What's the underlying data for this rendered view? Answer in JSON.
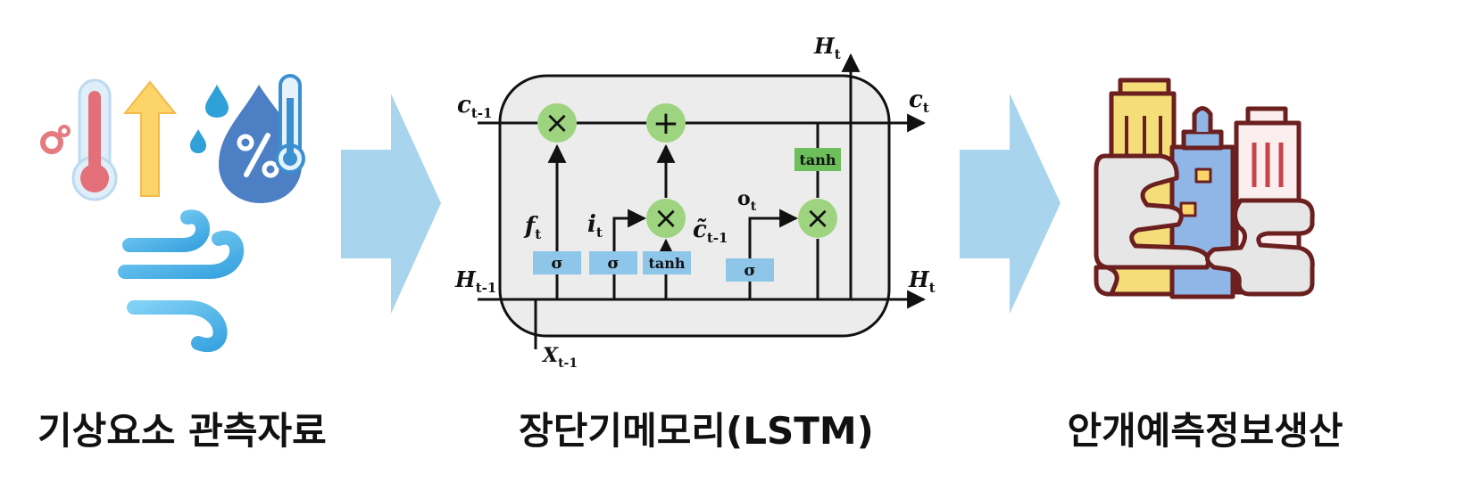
{
  "panels": {
    "input_caption": "기상요소 관측자료",
    "model_caption": "장단기메모리(LSTM)",
    "output_caption": "안개예측정보생산"
  },
  "icons": {
    "weather": [
      "thermometer-icon",
      "arrow-up-icon",
      "humidity-drop-icon",
      "wind-icon"
    ],
    "city": "city-fog-icon"
  },
  "lstm": {
    "c_prev_main": "c",
    "c_prev_sub": "t-1",
    "c_next_main": "c",
    "c_next_sub": "t",
    "h_prev_main": "H",
    "h_prev_sub": "t-1",
    "h_next_main": "H",
    "h_next_sub": "t",
    "h_top_main": "H",
    "h_top_sub": "t",
    "x_main": "X",
    "x_sub": "t-1",
    "f_main": "f",
    "f_sub": "t",
    "i_main": "i",
    "i_sub": "t",
    "ctilde_main": "c̃",
    "ctilde_sub": "t-1",
    "o_main": "o",
    "o_sub": "t",
    "gates": [
      "σ",
      "σ",
      "tanh",
      "σ"
    ],
    "tanh_top": "tanh",
    "times_symbol": "×",
    "plus_symbol": "+"
  },
  "colors": {
    "arrow": "#a8d4ee",
    "gate_box": "#8ec6ea",
    "tanh_top": "#6cbf5a",
    "op_circle": "#9ed47f",
    "cell_bg": "#ececec"
  }
}
